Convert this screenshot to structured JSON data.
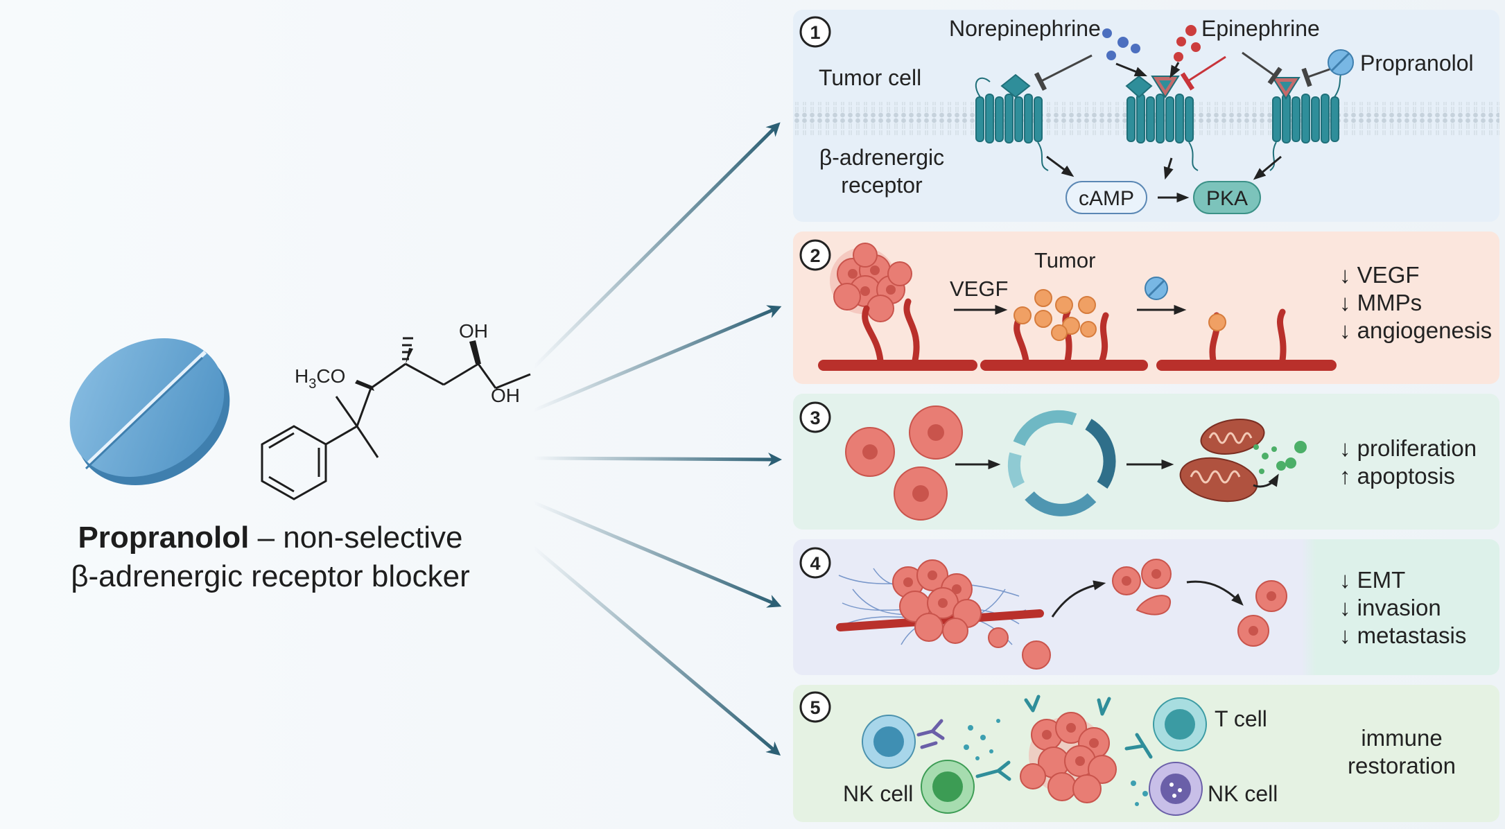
{
  "caption": {
    "drug_name": "Propranolol",
    "line1_rest": " – non-selective",
    "line2": "β-adrenergic receptor blocker"
  },
  "molecule": {
    "methoxy_h": "H",
    "methoxy_sub": "3",
    "methoxy_co": "CO",
    "oh_top": "OH",
    "oh_right": "OH"
  },
  "panels": {
    "p1": {
      "number": "1",
      "tumor_cell": "Tumor cell",
      "receptor_line1": "β-adrenergic",
      "receptor_line2": "receptor",
      "norepinephrine": "Norepinephrine",
      "epinephrine": "Epinephrine",
      "propranolol": "Propranolol",
      "camp": "cAMP",
      "pka": "PKA"
    },
    "p2": {
      "number": "2",
      "vegf": "VEGF",
      "tumor": "Tumor",
      "effects": [
        "↓ VEGF",
        "↓ MMPs",
        "↓ angiogenesis"
      ]
    },
    "p3": {
      "number": "3",
      "effects": [
        "↓ proliferation",
        "↑ apoptosis"
      ]
    },
    "p4": {
      "number": "4",
      "effects": [
        "↓ EMT",
        "↓ invasion",
        "↓ metastasis"
      ]
    },
    "p5": {
      "number": "5",
      "nk_cell_left": "NK cell",
      "t_cell": "T cell",
      "nk_cell_right": "NK cell",
      "effects": [
        "immune",
        "restoration"
      ]
    }
  },
  "colors": {
    "arrow": "#2c5f74",
    "panel1_bg": "#e6eff8",
    "panel2_bg": "#fbe6dd",
    "panel3_bg": "#e3f2ec",
    "panel4_bg": "#e9ecf6",
    "panel5_bg": "#e5f2e3",
    "tumor_cell": "#e87d74",
    "receptor": "#2f8e9a",
    "vessel": "#b9302b"
  }
}
